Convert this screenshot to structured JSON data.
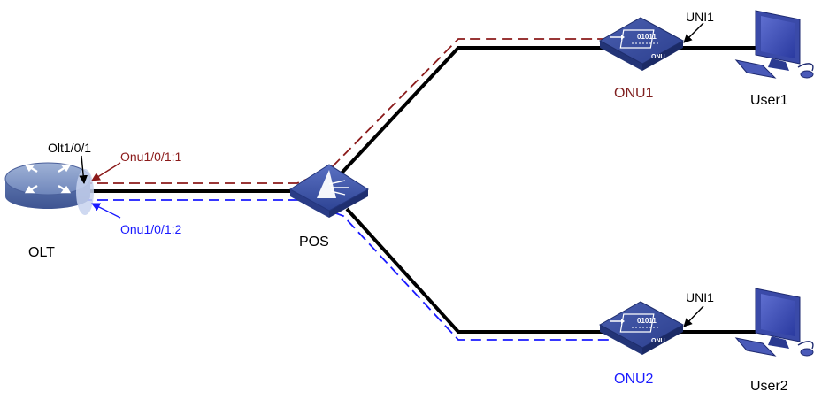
{
  "nodes": {
    "olt": {
      "label": "OLT",
      "port_label": "Olt1/0/1"
    },
    "pos": {
      "label": "POS"
    },
    "onu1": {
      "label": "ONU1",
      "badge": "ONU",
      "code": "01011",
      "label_color": "#7f1f1f"
    },
    "onu2": {
      "label": "ONU2",
      "badge": "ONU",
      "code": "01011",
      "label_color": "#1a1aff"
    },
    "user1": {
      "label": "User1",
      "port_label": "UNI1"
    },
    "user2": {
      "label": "User2",
      "port_label": "UNI1"
    }
  },
  "logical_links": {
    "link1": {
      "label": "Onu1/0/1:1",
      "color": "#8b1a1a"
    },
    "link2": {
      "label": "Onu1/0/1:2",
      "color": "#1a1aff"
    }
  },
  "icons": {
    "olt": "router-icon",
    "pos": "splitter-icon",
    "onu": "onu-device-icon",
    "user": "desktop-computer-icon"
  }
}
